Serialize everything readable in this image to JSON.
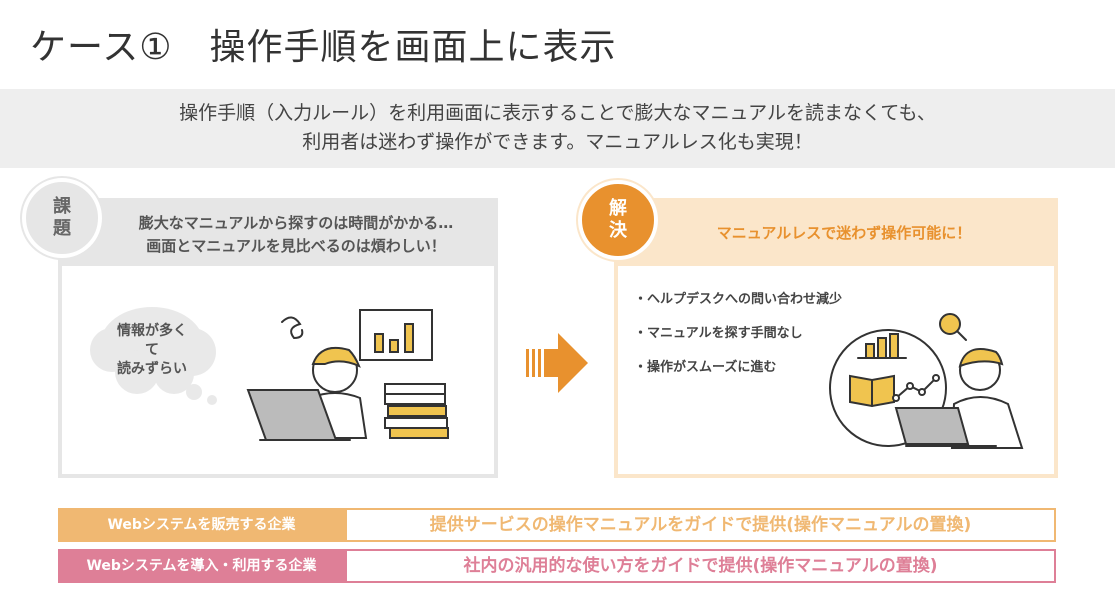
{
  "title": "ケース①　操作手順を画面上に表示",
  "banner": {
    "line1": "操作手順（入力ルール）を利用画面に表示することで膨大なマニュアルを読まなくても、",
    "line2": "利用者は迷わず操作ができます。マニュアルレス化も実現！"
  },
  "problem": {
    "badge_top": "課",
    "badge_bottom": "題",
    "head_line1": "膨大なマニュアルから探すのは時間がかかる…",
    "head_line2": "画面とマニュアルを見比べるのは煩わしい！",
    "bubble_line1": "情報が多くて",
    "bubble_line2": "読みずらい"
  },
  "solution": {
    "badge_top": "解",
    "badge_bottom": "決",
    "head": "マニュアルレスで迷わず操作可能に！",
    "bullets": [
      "・ヘルプデスクへの問い合わせ減少",
      "・マニュアルを探す手間なし",
      "・操作がスムーズに進む"
    ]
  },
  "rows": [
    {
      "label": "Webシステムを販売する企業",
      "value": "提供サービスの操作マニュアルをガイドで提供(操作マニュアルの置換)"
    },
    {
      "label": "Webシステムを導入・利用する企業",
      "value": "社内の汎用的な使い方をガイドで提供(操作マニュアルの置換)"
    }
  ],
  "colors": {
    "orange": "#e8912e",
    "light_orange": "#f0b872",
    "pink": "#de7f97",
    "gray": "#e6e6e6"
  }
}
